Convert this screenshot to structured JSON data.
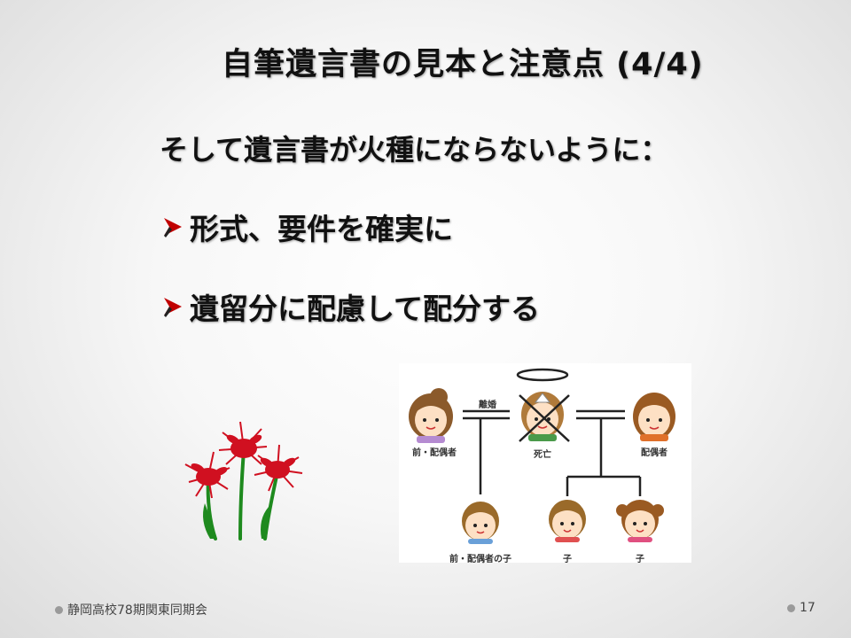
{
  "slide": {
    "title": "自筆遺言書の見本と注意点 (4/4)",
    "intro": "そして遺言書が火種にならないように：",
    "bullets": [
      "形式、要件を確実に",
      "遺留分に配慮して配分する"
    ]
  },
  "family_diagram": {
    "relation_label": "離婚",
    "people": {
      "ex_spouse": "前・配偶者",
      "deceased": "死亡",
      "spouse": "配偶者",
      "ex_spouse_child": "前・配偶者の子",
      "child_1": "子",
      "child_2": "子"
    }
  },
  "footer": {
    "organization": "静岡高校78期関東同期会",
    "page_number": "17"
  },
  "colors": {
    "bullet_arrow": "#c00000",
    "flower_red": "#d01020",
    "stem_green": "#1e8a1e"
  }
}
